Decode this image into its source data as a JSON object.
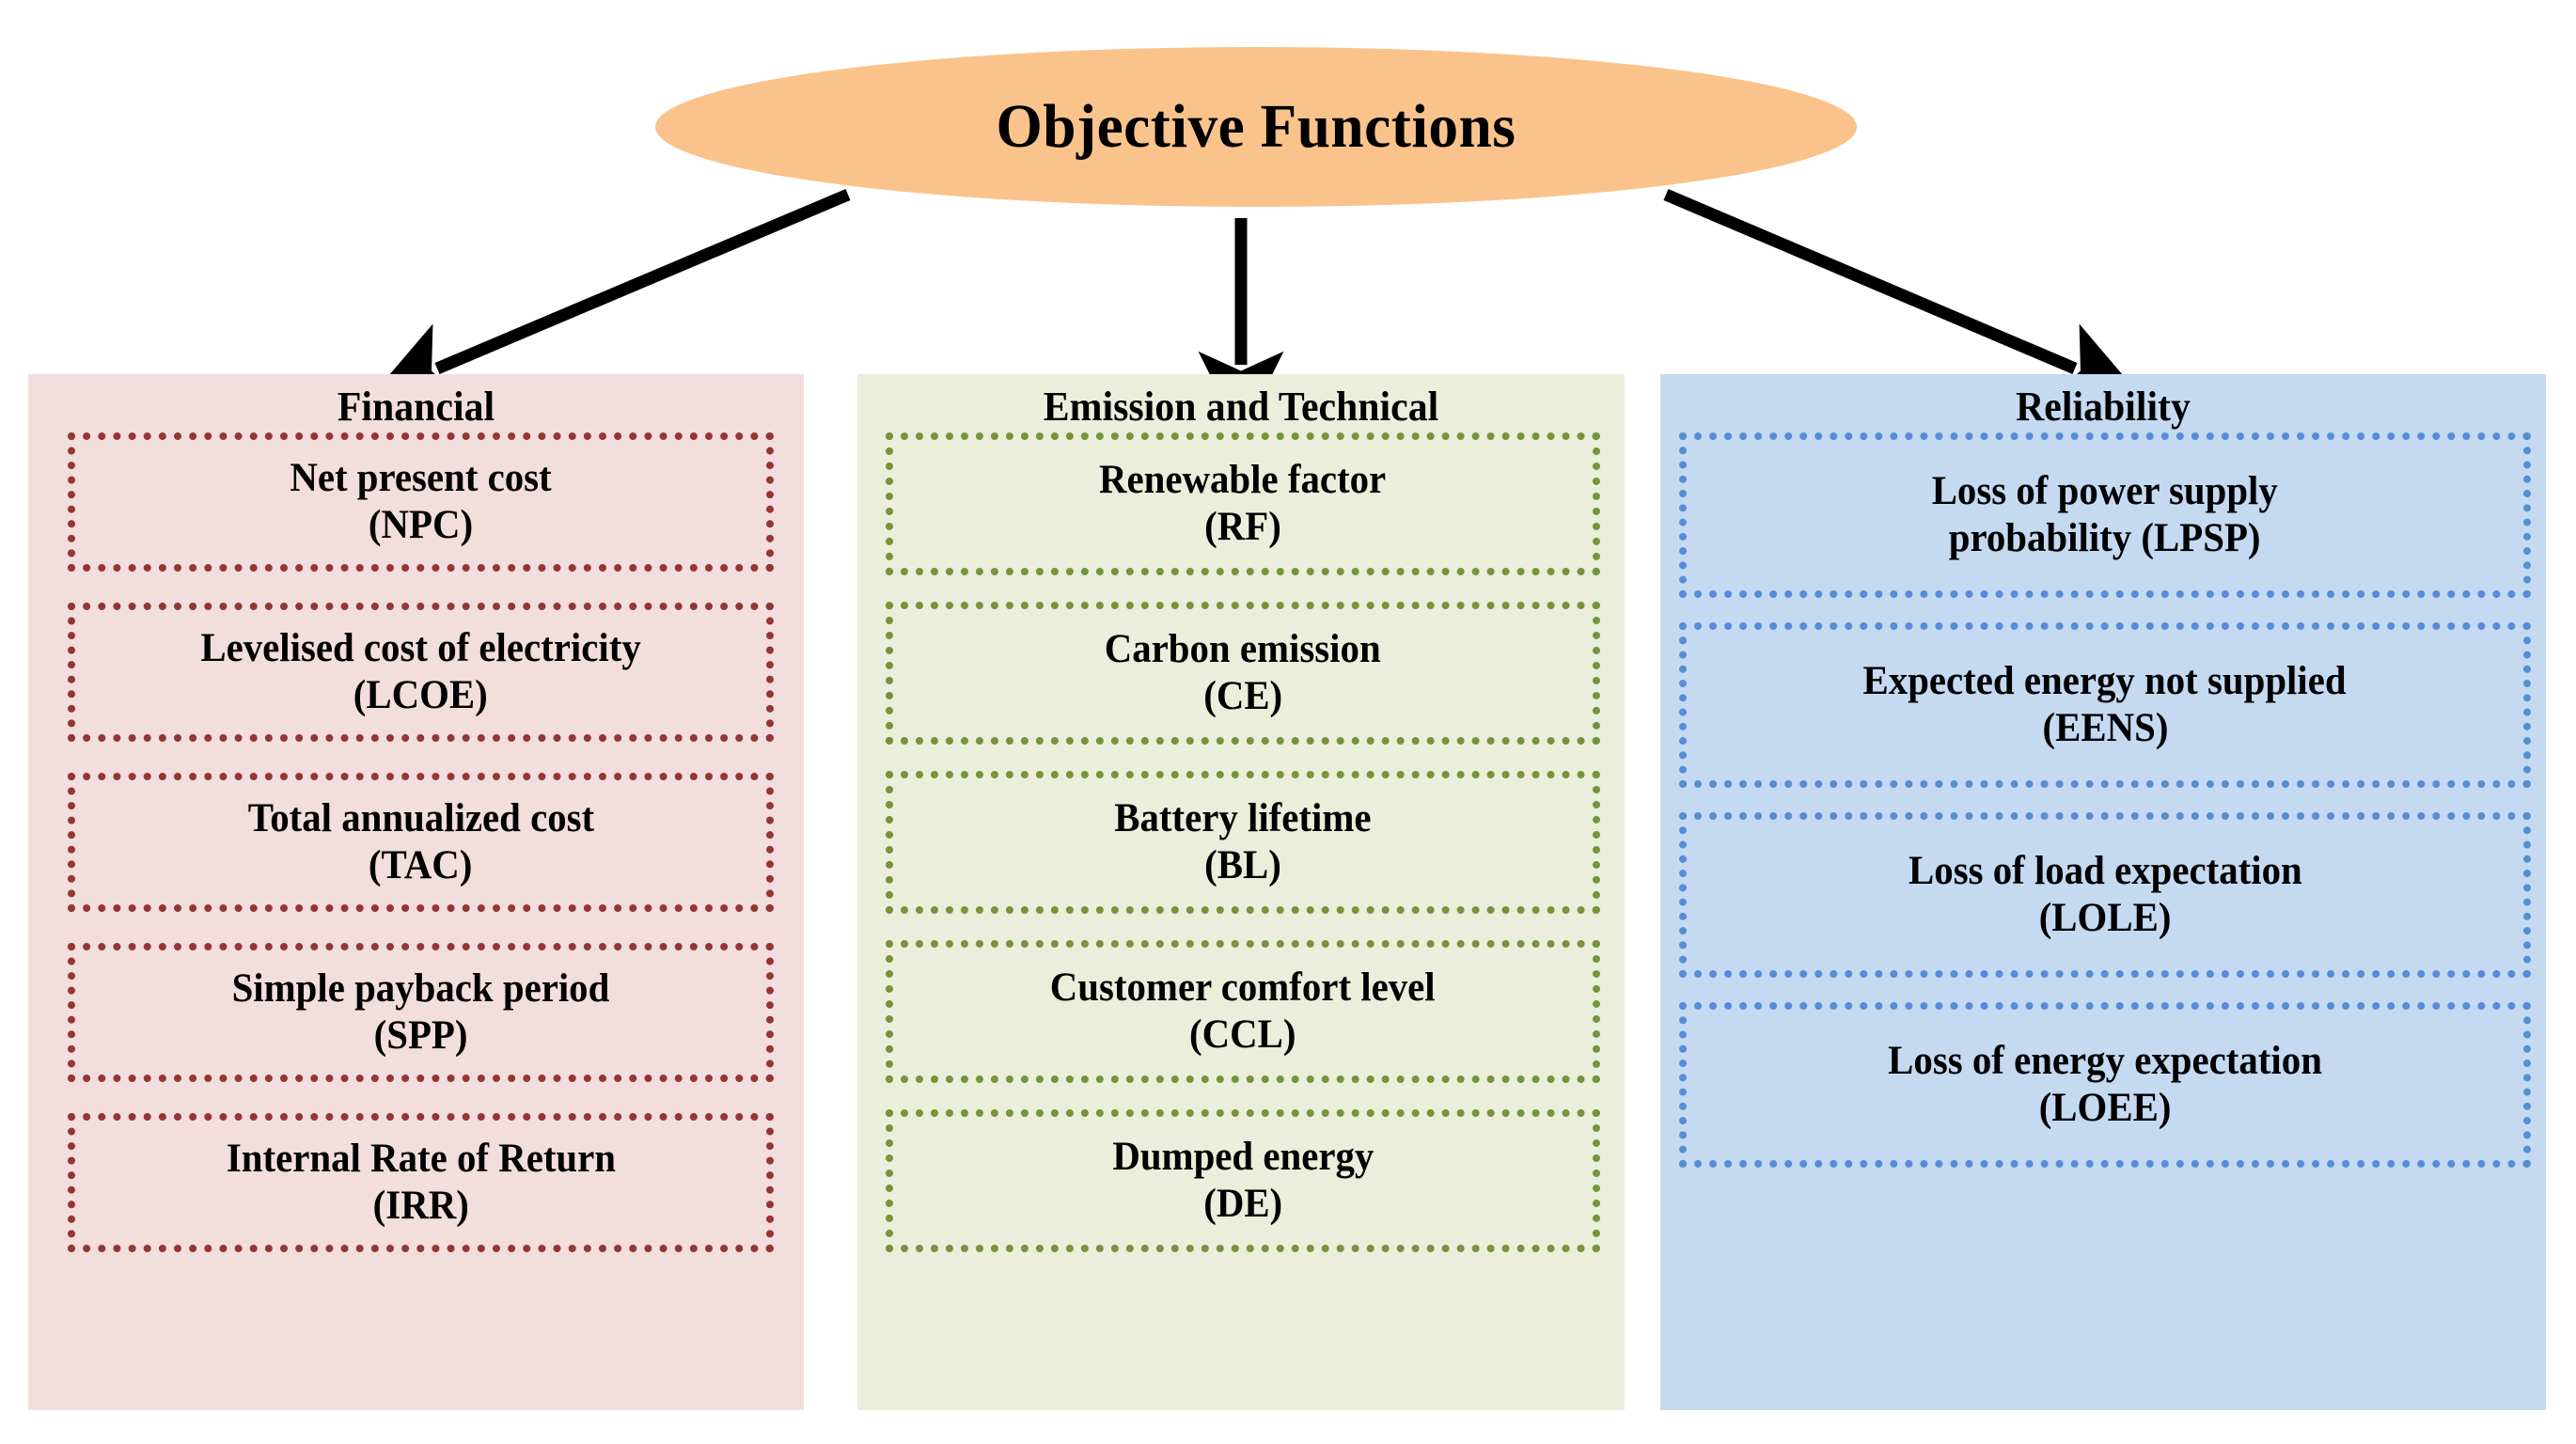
{
  "diagram": {
    "root": {
      "label": "Objective Functions",
      "shape": "ellipse",
      "fill": "#FAC38C"
    },
    "connectors": [
      {
        "name": "arrow-to-financial",
        "from": "root",
        "to": "financial"
      },
      {
        "name": "arrow-to-emission",
        "from": "root",
        "to": "emission"
      },
      {
        "name": "arrow-to-reliability",
        "from": "root",
        "to": "reliability"
      }
    ],
    "columns": [
      {
        "id": "financial",
        "header": "Financial",
        "fill": "#F2DEDC",
        "accent": "#943634",
        "items": [
          {
            "name": "Net present cost",
            "abbr": "(NPC)"
          },
          {
            "name": "Levelised cost of electricity",
            "abbr": "(LCOE)"
          },
          {
            "name": "Total annualized cost",
            "abbr": "(TAC)"
          },
          {
            "name": "Simple payback period",
            "abbr": "(SPP)"
          },
          {
            "name": "Internal Rate of Return",
            "abbr": "(IRR)"
          }
        ]
      },
      {
        "id": "emission",
        "header": "Emission and Technical",
        "fill": "#EAEEDB",
        "accent": "#77933C",
        "items": [
          {
            "name": "Renewable factor",
            "abbr": "(RF)"
          },
          {
            "name": "Carbon emission",
            "abbr": "(CE)"
          },
          {
            "name": "Battery lifetime",
            "abbr": "(BL)"
          },
          {
            "name": "Customer comfort level",
            "abbr": "(CCL)"
          },
          {
            "name": "Dumped energy",
            "abbr": "(DE)"
          }
        ]
      },
      {
        "id": "reliability",
        "header": "Reliability",
        "fill": "#C5D9F1",
        "accent": "#558ED5",
        "items": [
          {
            "name": "Loss of power supply",
            "abbr": "probability (LPSP)"
          },
          {
            "name": "Expected energy not supplied",
            "abbr": "(EENS)"
          },
          {
            "name": "Loss of load expectation",
            "abbr": "(LOLE)"
          },
          {
            "name": "Loss of energy expectation",
            "abbr": "(LOEE)"
          }
        ]
      }
    ]
  }
}
